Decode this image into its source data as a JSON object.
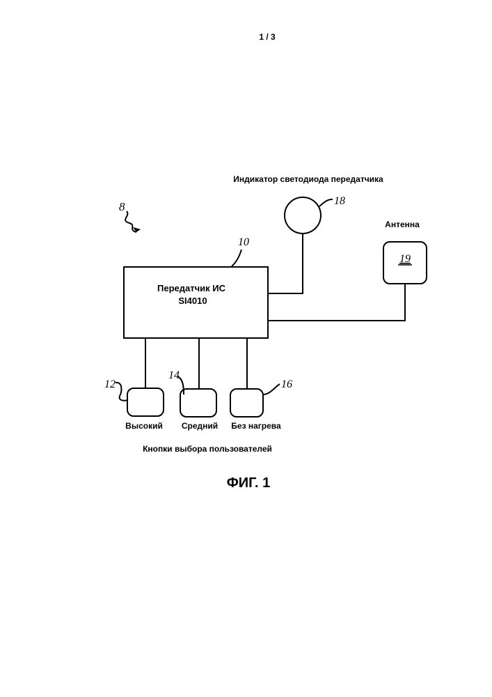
{
  "page": {
    "number": "1 / 3"
  },
  "figure": {
    "caption": "ФИГ. 1",
    "system_ref": "8",
    "transmitter": {
      "ref": "10",
      "title": "Передатчик ИС",
      "model": "SI4010"
    },
    "led_indicator": {
      "ref": "18",
      "label": "Индикатор светодиода передатчика"
    },
    "antenna": {
      "ref": "19",
      "label": "Антенна"
    },
    "buttons": [
      {
        "ref": "12",
        "label": "Высокий"
      },
      {
        "ref": "14",
        "label": "Средний"
      },
      {
        "ref": "16",
        "label": "Без нагрева"
      }
    ],
    "buttons_group_label": "Кнопки выбора пользователей"
  },
  "colors": {
    "ink": "#000000",
    "paper": "#ffffff"
  }
}
